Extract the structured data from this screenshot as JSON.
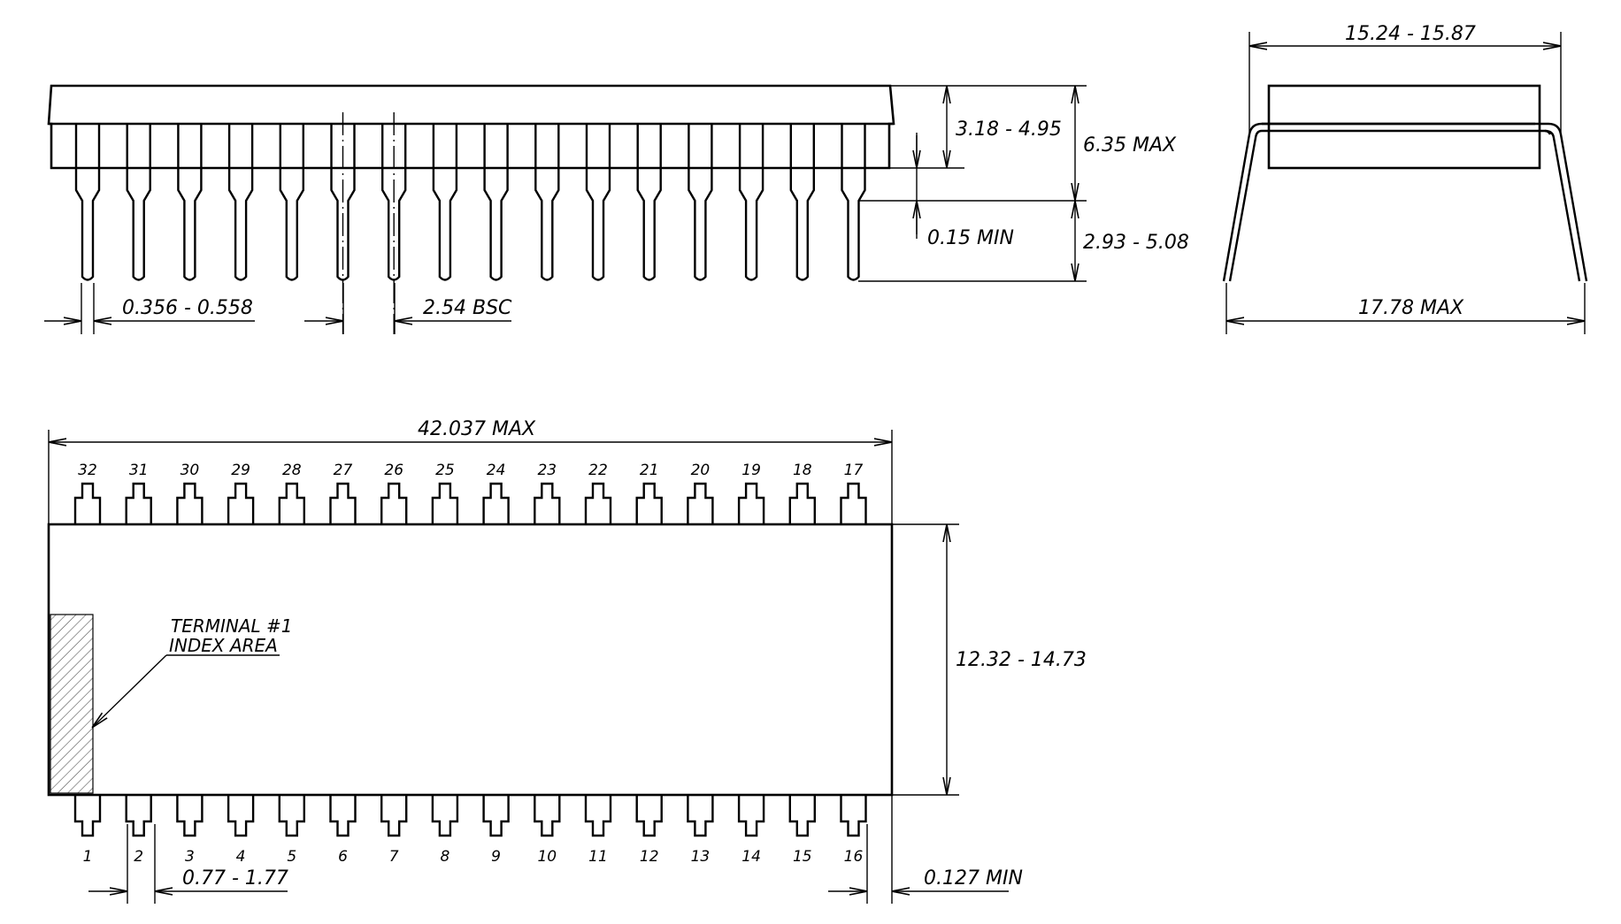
{
  "colors": {
    "line": "#000000",
    "background": "#ffffff",
    "hatch": "#555555"
  },
  "side_view": {
    "lead_width": "0.356 - 0.558",
    "pitch": "2.54 BSC",
    "seating_height": "3.18 - 4.95",
    "body_height_max": "6.35 MAX",
    "standoff": "0.15 MIN",
    "lead_length": "2.93 - 5.08"
  },
  "end_view": {
    "row_spacing": "15.24 - 15.87",
    "overall_width": "17.78 MAX"
  },
  "top_view": {
    "body_length": "42.037 MAX",
    "body_width": "12.32 - 14.73",
    "terminal_index_line1": "TERMINAL #1",
    "terminal_index_line2": "INDEX AREA",
    "pad_width": "0.77 - 1.77",
    "end_clearance": "0.127 MIN",
    "top_pins": [
      "32",
      "31",
      "30",
      "29",
      "28",
      "27",
      "26",
      "25",
      "24",
      "23",
      "22",
      "21",
      "20",
      "19",
      "18",
      "17"
    ],
    "bottom_pins": [
      "1",
      "2",
      "3",
      "4",
      "5",
      "6",
      "7",
      "8",
      "9",
      "10",
      "11",
      "12",
      "13",
      "14",
      "15",
      "16"
    ]
  }
}
